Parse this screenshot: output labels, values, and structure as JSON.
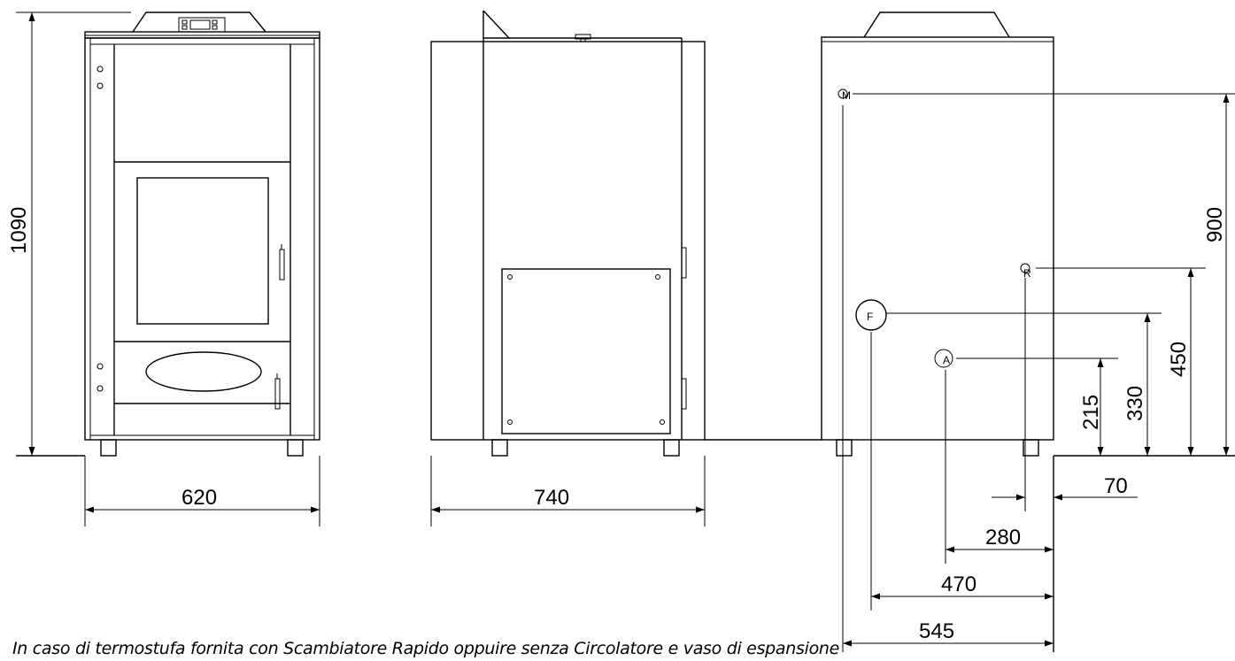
{
  "dimensions": {
    "height_total": "1090",
    "front_width": "620",
    "side_depth": "740",
    "outlet_m_height": "900",
    "outlet_r_height": "450",
    "outlet_f_height": "330",
    "outlet_a_height": "215",
    "outlet_r_offset": "70",
    "outlet_a_offset": "280",
    "outlet_f_offset": "470",
    "outlet_m_offset": "545"
  },
  "connections": {
    "m": "M",
    "r": "R",
    "f": "F",
    "a": "A"
  },
  "note": "In caso di  termostufa fornita con Scambiatore Rapido oppuire senza Circolatore e vaso di espansione"
}
